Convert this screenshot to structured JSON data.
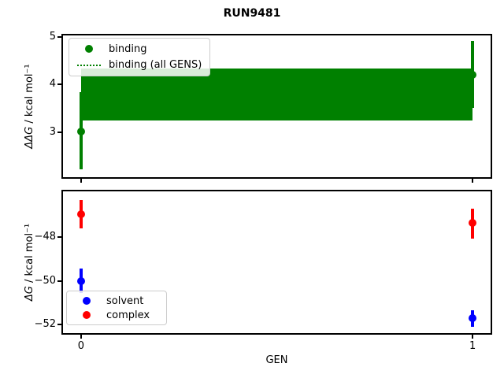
{
  "title": "RUN9481",
  "xlabel": "GEN",
  "colors": {
    "binding": "#008000",
    "solvent": "#0000ff",
    "complex": "#ff0000",
    "spine": "#000000",
    "legend_border": "#cccccc"
  },
  "chart_data": [
    {
      "type": "scatter",
      "panel": "top",
      "title": "RUN9481",
      "ylabel": "ΔΔG / kcal mol⁻¹",
      "ylabel_sym": "ΔΔG",
      "ylabel_units": " / kcal mol⁻¹",
      "grid": false,
      "legend_position": "upper left",
      "xlim": [
        -0.046,
        1.046
      ],
      "ylim": [
        2.06,
        5.03
      ],
      "yticks": [
        {
          "value": 5,
          "label": "5"
        },
        {
          "value": 4,
          "label": "4"
        },
        {
          "value": 3,
          "label": "3"
        }
      ],
      "xticks": [
        {
          "value": 0,
          "label": ""
        },
        {
          "value": 1,
          "label": ""
        }
      ],
      "series": [
        {
          "name": "binding",
          "color": "#008000",
          "marker": "circle",
          "points": [
            {
              "x": 0,
              "y": 3.02,
              "err_lo": 2.22,
              "err_hi": 3.85
            },
            {
              "x": 1,
              "y": 4.21,
              "err_lo": 3.51,
              "err_hi": 4.92
            }
          ]
        },
        {
          "name": "binding (all GENS)",
          "color": "#008000",
          "style": "dotted-line-with-band",
          "band": {
            "lo": 3.25,
            "hi": 4.34,
            "x_start": 0,
            "x_end": 1
          }
        }
      ]
    },
    {
      "type": "scatter",
      "panel": "bottom",
      "ylabel": "ΔG / kcal mol⁻¹",
      "ylabel_sym": "ΔG",
      "ylabel_units": " / kcal mol⁻¹",
      "xlabel": "GEN",
      "grid": false,
      "legend_position": "lower left",
      "xlim": [
        -0.046,
        1.046
      ],
      "ylim": [
        -52.4,
        -45.9
      ],
      "yticks": [
        {
          "value": -48,
          "label": "−48"
        },
        {
          "value": -50,
          "label": "−50"
        },
        {
          "value": -52,
          "label": "−52"
        }
      ],
      "xticks": [
        {
          "value": 0,
          "label": "0"
        },
        {
          "value": 1,
          "label": "1"
        }
      ],
      "series": [
        {
          "name": "solvent",
          "color": "#0000ff",
          "marker": "circle",
          "points": [
            {
              "x": 0,
              "y": -50.0,
              "err_lo": -50.55,
              "err_hi": -49.45
            },
            {
              "x": 1,
              "y": -51.72,
              "err_lo": -52.1,
              "err_hi": -51.35
            }
          ]
        },
        {
          "name": "complex",
          "color": "#ff0000",
          "marker": "circle",
          "points": [
            {
              "x": 0,
              "y": -46.95,
              "err_lo": -47.6,
              "err_hi": -46.3
            },
            {
              "x": 1,
              "y": -47.35,
              "err_lo": -48.05,
              "err_hi": -46.7
            }
          ]
        }
      ]
    }
  ]
}
